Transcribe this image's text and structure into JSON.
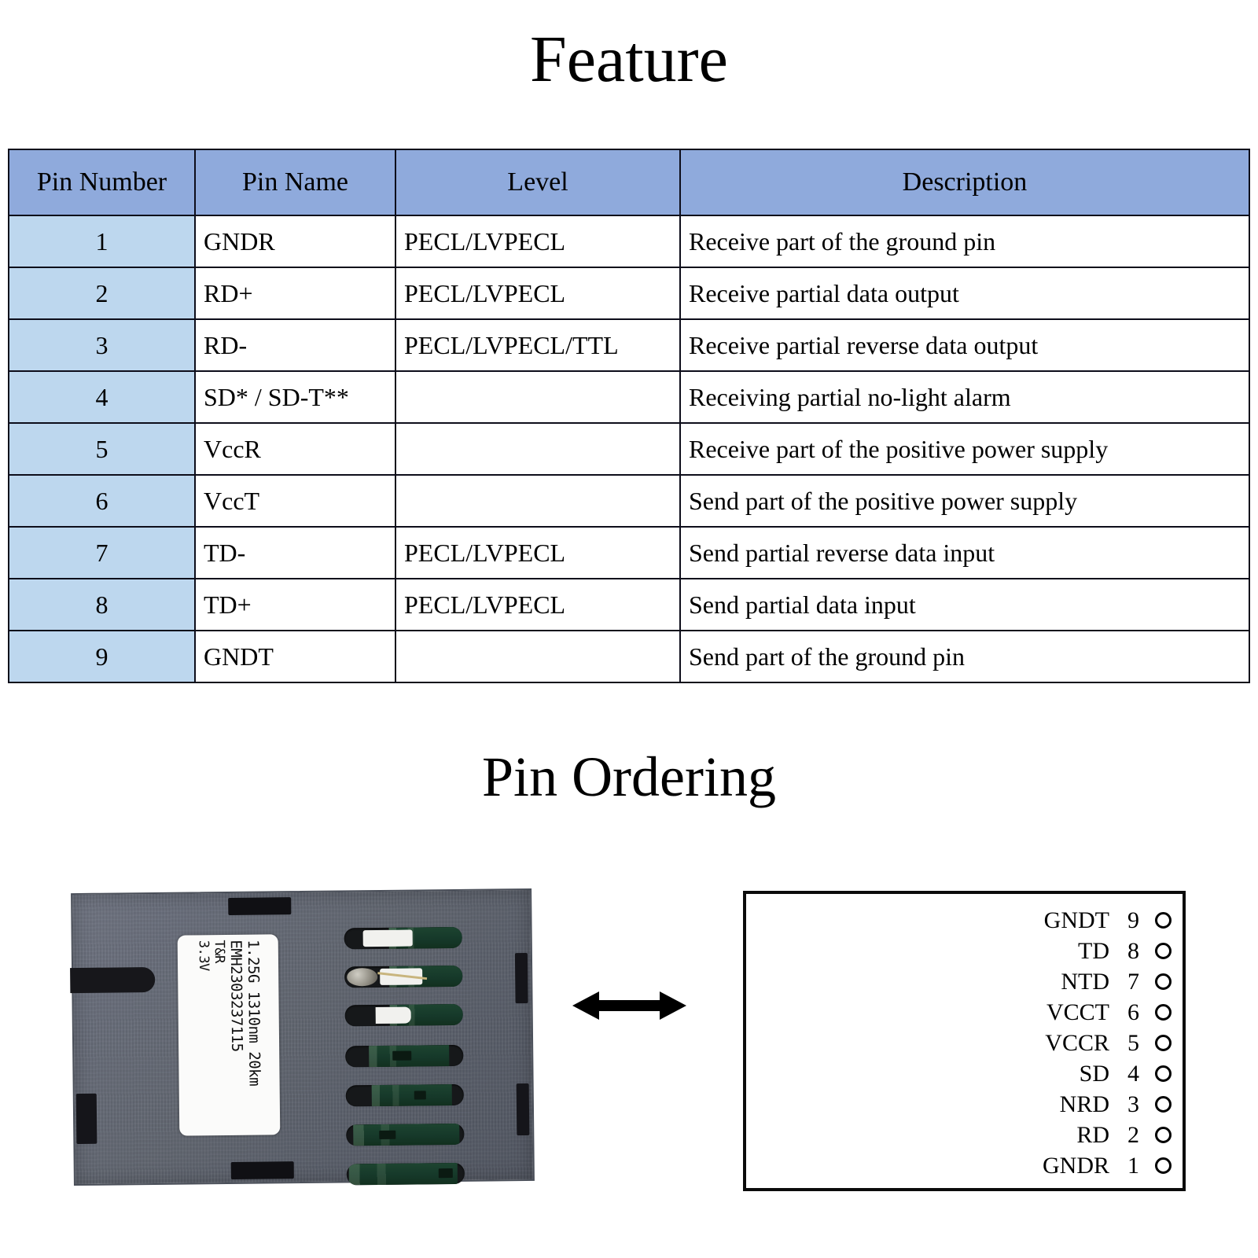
{
  "headings": {
    "feature": "Feature",
    "pin_ordering": "Pin Ordering"
  },
  "colors": {
    "header_fill": "#8FAADC",
    "pin_number_fill": "#BDD7EE",
    "border": "#0D0D1A",
    "text": "#000000"
  },
  "feature_table": {
    "columns": [
      "Pin Number",
      "Pin Name",
      "Level",
      "Description"
    ],
    "rows": [
      {
        "pin_number": "1",
        "pin_name": "GNDR",
        "level": "PECL/LVPECL",
        "description": "Receive part of the ground pin"
      },
      {
        "pin_number": "2",
        "pin_name": "RD+",
        "level": "PECL/LVPECL",
        "description": "Receive partial data output"
      },
      {
        "pin_number": "3",
        "pin_name": "RD-",
        "level": "PECL/LVPECL/TTL",
        "description": "Receive partial reverse data output"
      },
      {
        "pin_number": "4",
        "pin_name": "SD* / SD-T**",
        "level": "",
        "description": "Receiving partial no-light alarm"
      },
      {
        "pin_number": "5",
        "pin_name": "VccR",
        "level": "",
        "description": "Receive part of the positive power supply"
      },
      {
        "pin_number": "6",
        "pin_name": "VccT",
        "level": "",
        "description": "Send part of the positive power supply"
      },
      {
        "pin_number": "7",
        "pin_name": "TD-",
        "level": "PECL/LVPECL",
        "description": "Send partial reverse data input"
      },
      {
        "pin_number": "8",
        "pin_name": "TD+",
        "level": "PECL/LVPECL",
        "description": "Send partial data input"
      },
      {
        "pin_number": "9",
        "pin_name": "GNDT",
        "level": "",
        "description": "Send part of the ground pin"
      }
    ]
  },
  "module_photo": {
    "alt": "sfp-optical-module-bottom-view",
    "label_lines": {
      "line1": "1.25G 1310nm 20km",
      "line2": "EMH2303237115",
      "line3": "T&R",
      "line4": "3.3V"
    }
  },
  "arrow": {
    "icon": "double-headed-arrow-icon"
  },
  "pin_diagram": {
    "pins": [
      {
        "name": "GNDT",
        "number": "9"
      },
      {
        "name": "TD",
        "number": "8"
      },
      {
        "name": "NTD",
        "number": "7"
      },
      {
        "name": "VCCT",
        "number": "6"
      },
      {
        "name": "VCCR",
        "number": "5"
      },
      {
        "name": "SD",
        "number": "4"
      },
      {
        "name": "NRD",
        "number": "3"
      },
      {
        "name": "RD",
        "number": "2"
      },
      {
        "name": "GNDR",
        "number": "1"
      }
    ]
  }
}
